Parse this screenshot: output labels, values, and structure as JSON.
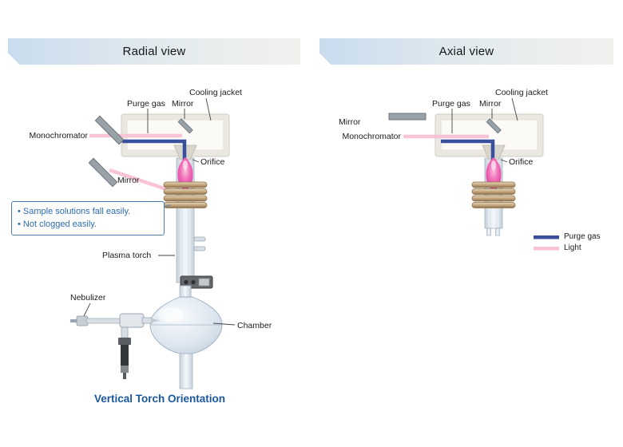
{
  "panels": {
    "radial": {
      "title": "Radial view",
      "labels": {
        "cooling_jacket": "Cooling jacket",
        "purge_gas": "Purge gas",
        "mirror_top": "Mirror",
        "monochromator": "Monochromator",
        "mirror_lower": "Mirror",
        "orifice": "Orifice",
        "plasma_torch": "Plasma torch",
        "nebulizer": "Nebulizer",
        "chamber": "Chamber"
      },
      "callout": {
        "items": [
          "• Sample solutions fall easily.",
          "• Not clogged easily."
        ]
      },
      "caption": "Vertical Torch Orientation"
    },
    "axial": {
      "title": "Axial view",
      "labels": {
        "cooling_jacket": "Cooling jacket",
        "purge_gas": "Purge gas",
        "mirror_top": "Mirror",
        "mirror_side": "Mirror",
        "monochromator": "Monochromator",
        "orifice": "Orifice"
      },
      "legend": [
        {
          "label": "Purge gas",
          "color": "#3a4f9e"
        },
        {
          "label": "Light",
          "color": "#f8c3d7"
        }
      ]
    }
  },
  "colors": {
    "purge_gas_line": "#3a4f9e",
    "light_line": "#f8c3d7",
    "plasma": "#e2249a",
    "callout_blue": "#2e6cb0",
    "caption_blue": "#1a57a0"
  }
}
